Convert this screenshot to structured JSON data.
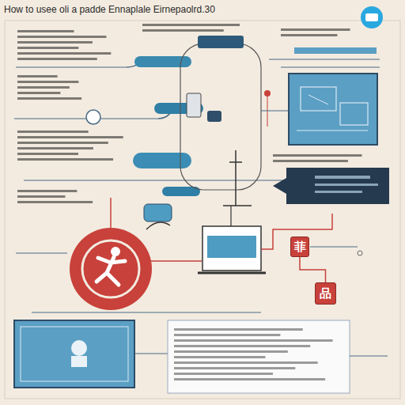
{
  "diagram": {
    "title": "How to usee oli a padde Ennaplale Eirnepaolrd.30",
    "nodes": [
      {
        "text": [
          "菲"
        ]
      },
      {
        "text": [
          "品"
        ]
      }
    ],
    "edges": [
      {
        "from": 0,
        "to": 1,
        "arrow": "none"
      }
    ]
  }
}
